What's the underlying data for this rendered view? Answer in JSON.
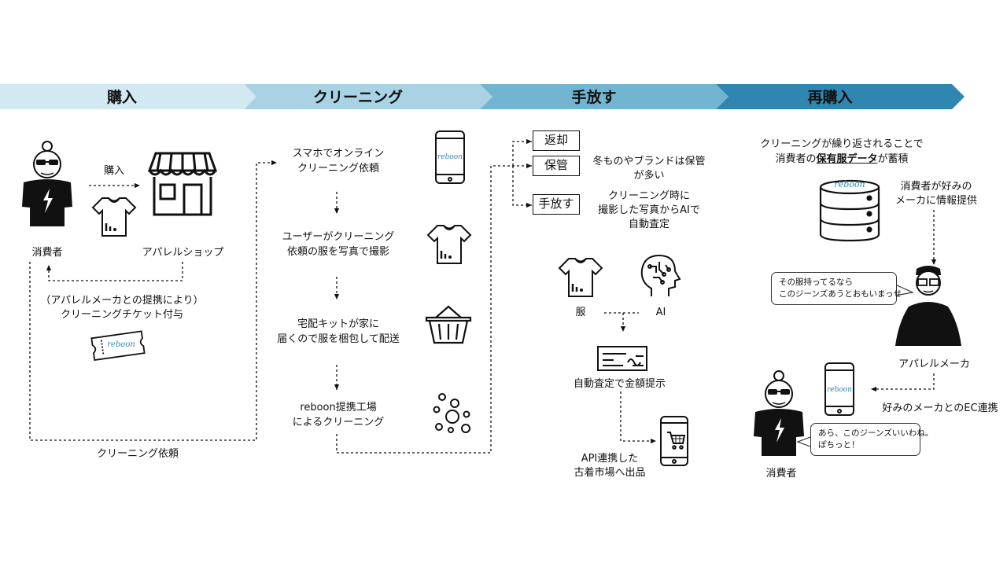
{
  "stages": [
    "購入",
    "クリーニング",
    "手放す",
    "再購入"
  ],
  "stage_colors": [
    "#d3e9f2",
    "#a9d3e4",
    "#72b5d1",
    "#2f86b0"
  ],
  "purchase": {
    "consumer_label": "消費者",
    "shop_label": "アパレルショップ",
    "buy_label": "購入",
    "ticket_note_line1": "（アパレルメーカとの提携により）",
    "ticket_note_line2": "クリーニングチケット付与",
    "cleaning_request_label": "クリーニング依頼",
    "ticket_logo": "reboon"
  },
  "cleaning": {
    "steps": [
      {
        "line1": "スマホでオンライン",
        "line2": "クリーニング依頼"
      },
      {
        "line1": "ユーザーがクリーニング",
        "line2": "依頼の服を写真で撮影"
      },
      {
        "line1": "宅配キットが家に",
        "line2": "届くので服を梱包して配送"
      },
      {
        "line1": "reboon提携工場",
        "line2": "によるクリーニング"
      }
    ],
    "phone_logo": "reboon"
  },
  "release": {
    "options": [
      "返却",
      "保管",
      "手放す"
    ],
    "keep_note_line1": "冬ものやブランドは保管",
    "keep_note_line2": "が多い",
    "release_note_line1": "クリーニング時に",
    "release_note_line2": "撮影した写真からAIで",
    "release_note_line3": "自動査定",
    "clothes_label": "服",
    "ai_label": "AI",
    "price_label": "自動査定で金額提示",
    "market_line1": "API連携した",
    "market_line2": "古着市場へ出品"
  },
  "repurchase": {
    "heading_line1": "クリーニングが繰り返されることで",
    "heading_prefix": "消費者の",
    "heading_bold": "保有服データ",
    "heading_suffix": "が蓄積",
    "db_logo": "reboon",
    "maker_info_line1": "消費者が好みの",
    "maker_info_line2": "メーカに情報提供",
    "maker_bubble_line1": "その服持ってるなら",
    "maker_bubble_line2": "このジーンズあうとおもいまっせ",
    "maker_label": "アパレルメーカ",
    "ec_label": "好みのメーカとのEC連携",
    "phone_logo": "reboon",
    "consumer_bubble_line1": "あら、このジーンズいいわね。",
    "consumer_bubble_line2": "ぽちっと！",
    "consumer_label": "消費者"
  }
}
